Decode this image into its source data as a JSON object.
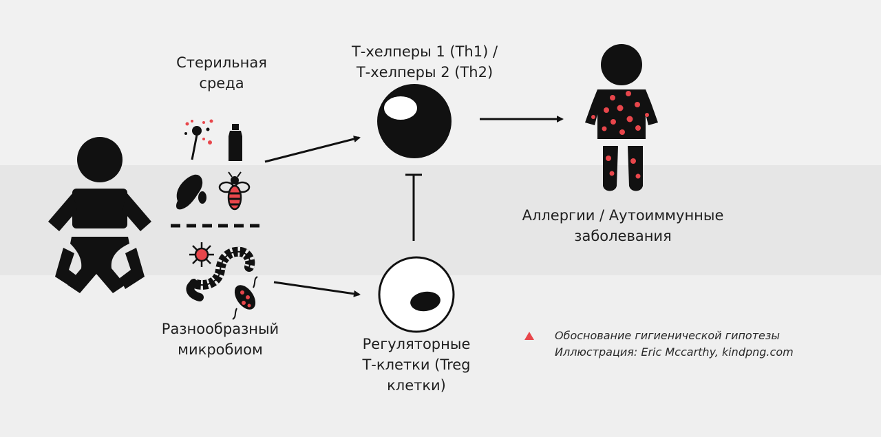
{
  "labels": {
    "sterile_line1": "Стерильная",
    "sterile_line2": "среда",
    "th_line1": "Т-хелперы 1 (Th1) /",
    "th_line2": "Т-хелперы 2 (Th2)",
    "diseases_line1": "Аллергии / Аутоиммунные",
    "diseases_line2": "заболевания",
    "microbiome_line1": "Разнообразный",
    "microbiome_line2": "микробиом",
    "treg_line1": "Регуляторные",
    "treg_line2": "Т-клетки (Treg",
    "treg_line3": "клетки)"
  },
  "caption": {
    "line1": "Обоснование гигиенической гипотезы",
    "line2": "Иллюстрация: Eric Mccarthy, kindpng.com"
  },
  "colors": {
    "ink": "#111111",
    "accent": "#e8464b"
  },
  "icons": {
    "child": "baby-icon",
    "th_cell": "cell-icon",
    "treg_cell": "cell-outline-icon",
    "sick_child": "allergy-child-icon",
    "flower": "flower-icon",
    "bottle": "bottle-icon",
    "shoe": "shoe-icon",
    "bee": "bee-icon",
    "virus": "virus-icon",
    "worm": "worm-icon",
    "bacterium": "bacterium-icon",
    "marker": "triangle-icon"
  }
}
